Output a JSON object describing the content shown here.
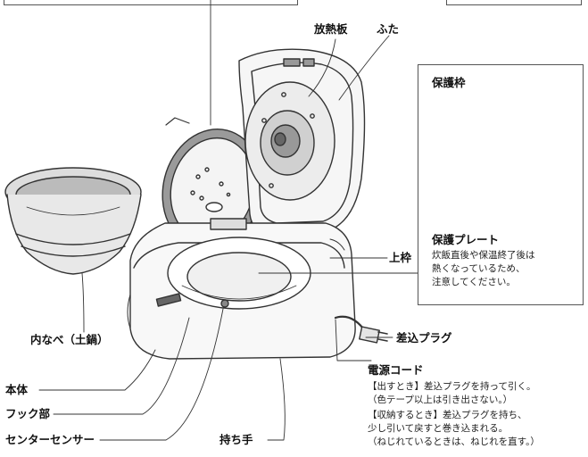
{
  "labels": {
    "heat_plate": "放熱板",
    "lid": "ふた",
    "inner_pot": "内なべ（土鍋）",
    "body": "本体",
    "hook": "フック部",
    "center_sensor": "センターセンサー",
    "handle": "持ち手",
    "upper_frame": "上枠",
    "plug": "差込プラグ",
    "power_cord": "電源コード",
    "protect_frame": "保護枠",
    "protect_plate": "保護プレート"
  },
  "notes": {
    "plate_note": [
      "炊飯直後や保温終了後は",
      "熱くなっているため、",
      "注意してください。"
    ],
    "cord_note": [
      "【出すとき】差込プラグを持って引く。",
      "（色テープ以上は引き出さない。）",
      "【収納するとき】差込プラグを持ち、",
      "少し引いて戻すと巻き込まれる。",
      "（ねじれているときは、ねじれを直す。）"
    ]
  }
}
